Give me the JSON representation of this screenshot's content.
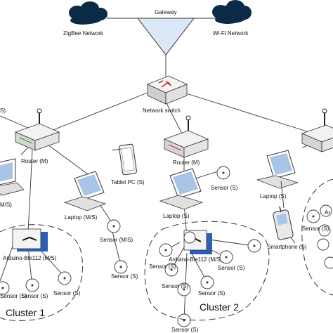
{
  "labels": {
    "gateway": "Gateway",
    "zigbee": "ZigBee Network",
    "wifi": "Wi-Fi Network",
    "network_switch": "Network switch",
    "router_m": "Router (M)",
    "tablet": "Tablet PC (S)",
    "laptop_ms": "Laptop (M/S)",
    "laptop_s": "Laptop (S)",
    "sensor_s": "Sensor (S)",
    "sensor_ms": "Sensor (M/S)",
    "arduino_ms": "Arduino-Ble112 (M/S)",
    "smartphone": "Smartphone (S)",
    "ms_fragment": "M/S)",
    "s_fragment": "S)",
    "ar_fragment": "Ar",
    "cluster1": "Cluster 1",
    "cluster2": "Cluster 2"
  },
  "colors": {
    "line": "#333333",
    "cloud": "#0b2a47",
    "gateway_fill": "#dbe8f7",
    "device_fill": "#e8e8e8",
    "arduino_accent": "#2d5fb4",
    "sensor_fill": "#ffffff"
  },
  "icons": [
    "cloud-icon",
    "gateway-triangle-icon",
    "switch-icon",
    "router-icon",
    "laptop-icon",
    "tablet-icon",
    "smartphone-icon",
    "sensor-icon",
    "arduino-icon"
  ]
}
